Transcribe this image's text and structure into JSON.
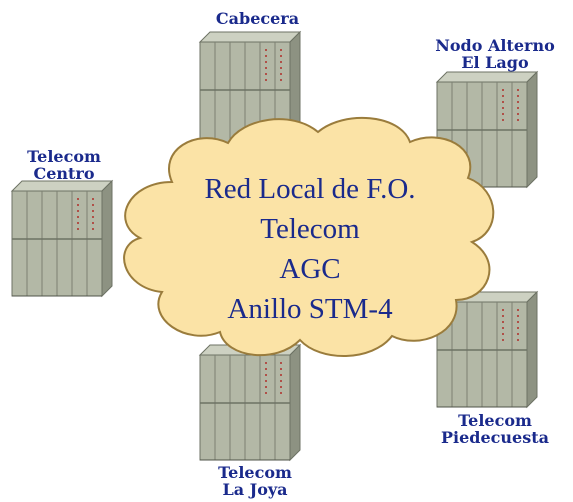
{
  "nodes": {
    "cabecera": {
      "lines": [
        "Cabecera"
      ]
    },
    "nodo_alterno": {
      "lines": [
        "Nodo Alterno",
        "El Lago"
      ]
    },
    "telecom_centro": {
      "lines": [
        "Telecom",
        "Centro"
      ]
    },
    "telecom_piedecuesta": {
      "lines": [
        "Telecom",
        "Piedecuesta"
      ]
    },
    "telecom_la_joya": {
      "lines": [
        "Telecom",
        "La Joya"
      ]
    }
  },
  "cloud": {
    "lines": [
      "Red Local de F.O.",
      "Telecom",
      "AGC",
      "Anillo STM-4"
    ]
  },
  "colors": {
    "label_text": "#1a2a8c",
    "cloud_fill": "#fbe3a6",
    "cloud_stroke": "#9a7c3c",
    "cabinet_face": "#b3b8a6",
    "cabinet_side": "#8d9282",
    "cabinet_top": "#cdd1c2",
    "led_color": "#b0302a"
  }
}
